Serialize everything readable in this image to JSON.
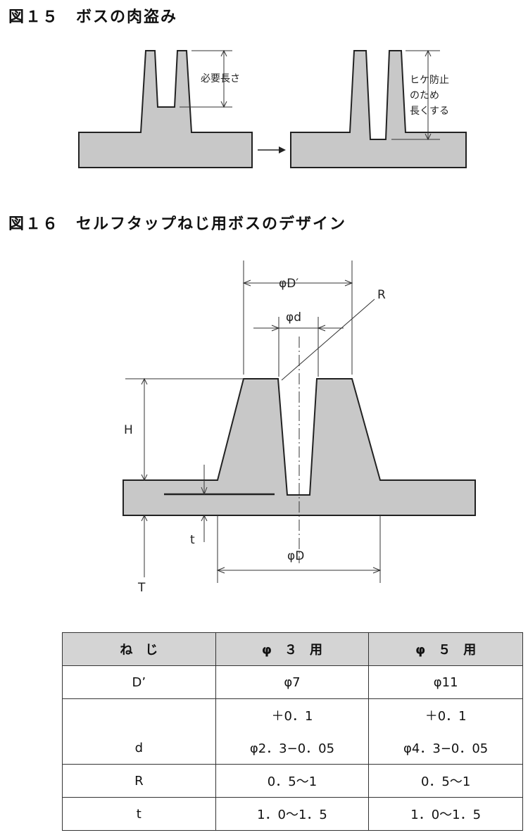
{
  "fig15": {
    "title": "図１５　ボスの肉盗み",
    "label_left": "必要長さ",
    "label_right_lines": [
      "ヒケ防止",
      "のため",
      "長くする"
    ]
  },
  "fig16": {
    "title": "図１６　セルフタップねじ用ボスのデザイン",
    "labels": {
      "D_prime": "φD′",
      "d": "φd",
      "R": "R",
      "H": "H",
      "t": "t",
      "D": "φD",
      "T": "T"
    }
  },
  "table": {
    "headers": [
      "ね　じ",
      "φ　３　用",
      "φ　５　用"
    ],
    "rows": [
      {
        "label": "D’",
        "c1": [
          "φ7"
        ],
        "c2": [
          "φ11"
        ]
      },
      {
        "label": "d",
        "c1": [
          "＋0．1",
          "φ2．3−0．05"
        ],
        "c2": [
          "＋0．1",
          "φ4．3−0．05"
        ]
      },
      {
        "label": "R",
        "c1": [
          "0．5〜1"
        ],
        "c2": [
          "0．5〜1"
        ]
      },
      {
        "label": "t",
        "c1": [
          "1．0〜1．5"
        ],
        "c2": [
          "1．0〜1．5"
        ]
      }
    ]
  }
}
